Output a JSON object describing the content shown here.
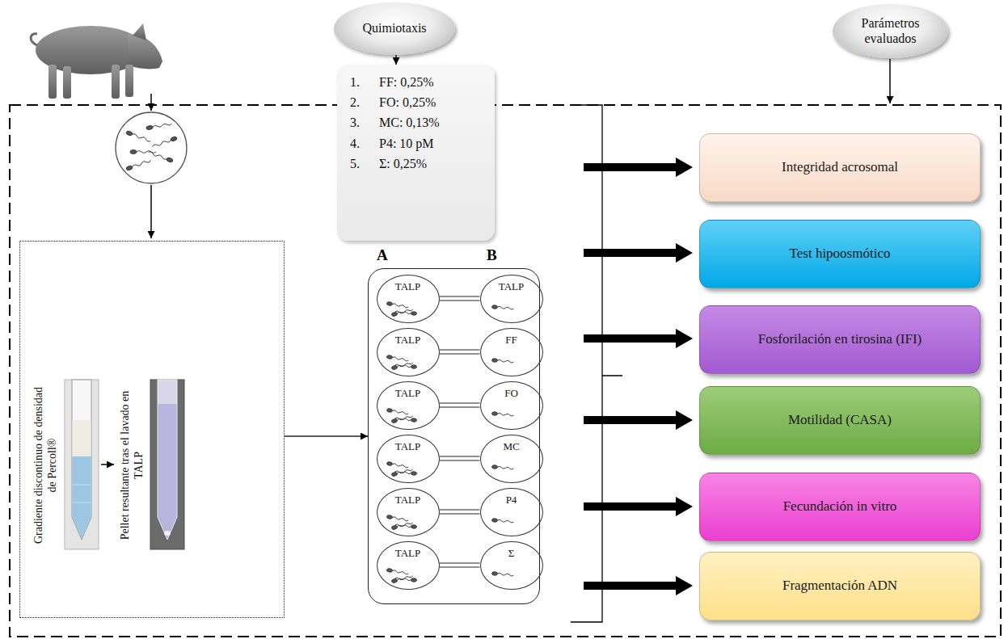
{
  "diagram": {
    "nodes": [
      {
        "text": [
          "Quimiotaxis"
        ]
      },
      {
        "text": [
          "Parámetros evaluados"
        ]
      },
      {
        "text": [
          "1.",
          "FF: 0,25%",
          "2.",
          "FO: 0,25%",
          "3.",
          "MC: 0,13%",
          "4.",
          "P4: 10 pM",
          "5.",
          "Σ: 0,25%"
        ]
      },
      {
        "text": [
          "Gradiente discontinuo de densidad de Percoll®",
          "Pellet resultante tras el lavado en TALP"
        ]
      },
      {
        "text": [
          "A",
          "B"
        ]
      },
      {
        "text": [
          "TALP"
        ],
        "in": 4
      },
      {
        "text": [
          "TALP"
        ],
        "in": 4
      },
      {
        "text": [
          "TALP"
        ],
        "in": 4
      },
      {
        "text": [
          "FF"
        ],
        "in": 4
      },
      {
        "text": [
          "TALP"
        ],
        "in": 4
      },
      {
        "text": [
          "FO"
        ],
        "in": 4
      },
      {
        "text": [
          "TALP"
        ],
        "in": 4
      },
      {
        "text": [
          "MC"
        ],
        "in": 4
      },
      {
        "text": [
          "TALP"
        ],
        "in": 4
      },
      {
        "text": [
          "P4"
        ],
        "in": 4
      },
      {
        "text": [
          "TALP"
        ],
        "in": 4
      },
      {
        "text": [
          "Σ"
        ],
        "in": 4
      },
      {
        "text": [
          "Integridad acrosomal"
        ]
      },
      {
        "text": [
          "Test hipoosmótico"
        ]
      },
      {
        "text": [
          "Fosforilación en tirosina (IFI)"
        ]
      },
      {
        "text": [
          "Motilidad (CASA)"
        ]
      },
      {
        "text": [
          "Fecundación in vitro"
        ]
      },
      {
        "text": [
          "Fragmentación ADN"
        ]
      }
    ],
    "edges": [
      {
        "from": 0,
        "to": 2,
        "arrow": "to"
      },
      {
        "from": 3,
        "to": 4,
        "arrow": "to"
      },
      {
        "from": 5,
        "to": 6,
        "arrow": "none"
      },
      {
        "from": 7,
        "to": 8,
        "arrow": "none"
      },
      {
        "from": 9,
        "to": 10,
        "arrow": "none"
      },
      {
        "from": 11,
        "to": 12,
        "arrow": "none"
      },
      {
        "from": 13,
        "to": 14,
        "arrow": "none"
      },
      {
        "from": 15,
        "to": 16,
        "arrow": "none"
      }
    ]
  }
}
